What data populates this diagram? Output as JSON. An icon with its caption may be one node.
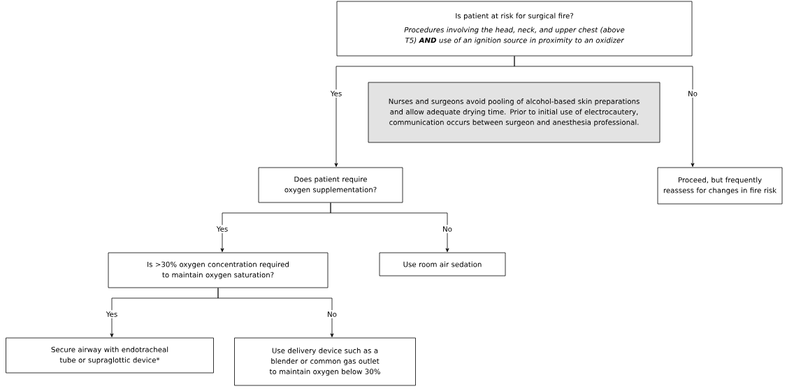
{
  "diagram": {
    "nodes": [
      {
        "text": [
          "Is patient at risk for surgical fire?",
          "Procedures involving the head, neck, and upper chest (above T5) **AND** use of an ignition source in proximity to an oxidizer"
        ]
      },
      {
        "text": [
          "Nurses and surgeons avoid pooling of alcohol-based skin preparations and allow adequate drying time. Prior to initial use of electrocautery, communication occurs between surgeon and anesthesia professional."
        ]
      },
      {
        "text": [
          "Does patient require oxygen supplementation?"
        ]
      },
      {
        "text": [
          "Proceed, but frequently reassess for changes in fire risk"
        ]
      },
      {
        "text": [
          "Is >30% oxygen concentration required to maintain oxygen saturation?"
        ]
      },
      {
        "text": [
          "Use room air sedation"
        ]
      },
      {
        "text": [
          "Secure airway with endotracheal tube or supraglottic device*"
        ]
      },
      {
        "text": [
          "Use delivery device such as a blender or common gas outlet to maintain oxygen below 30%"
        ]
      }
    ],
    "edges": [
      {
        "from": 0,
        "to": 2,
        "arrow": "to",
        "label": "Yes"
      },
      {
        "from": 0,
        "to": 3,
        "arrow": "to",
        "label": "No"
      },
      {
        "from": 2,
        "to": 4,
        "arrow": "to",
        "label": "Yes"
      },
      {
        "from": 2,
        "to": 5,
        "arrow": "to",
        "label": "No"
      },
      {
        "from": 4,
        "to": 6,
        "arrow": "to",
        "label": "Yes"
      },
      {
        "from": 4,
        "to": 7,
        "arrow": "to",
        "label": "No"
      }
    ]
  }
}
